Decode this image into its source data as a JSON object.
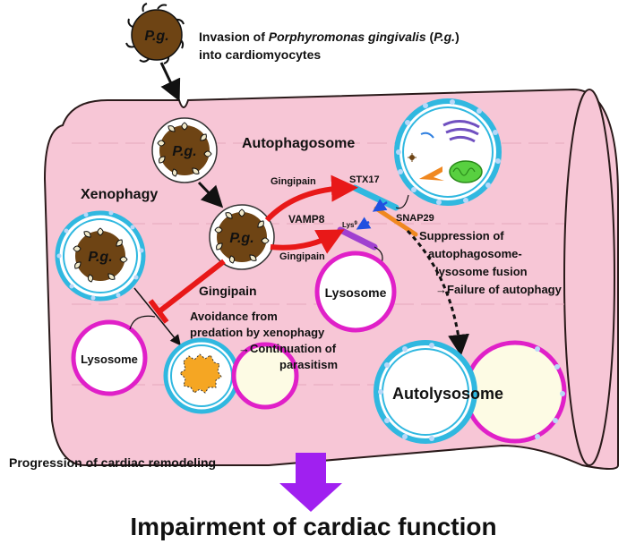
{
  "intro": {
    "line1_a": "Invasion of ",
    "line1_b": "Porphyromonas gingivalis",
    "line1_c": " (",
    "line1_d": "P.g.",
    "line1_e": ")",
    "line2": "into cardiomyocytes"
  },
  "pathogen_label": "P.g.",
  "autophagosome_label": "Autophagosome",
  "xenophagy_label": "Xenophagy",
  "gingipain_upper": "Gingipain",
  "gingipain_lower": "Gingipain",
  "gingipain_main": "Gingipain",
  "stx17": "STX17",
  "vamp8": "VAMP8",
  "snap29": "SNAP29",
  "lys_a": "Lys",
  "lys_b": "9",
  "suppression": {
    "line1": "Suppression of",
    "line2": "autophagosome-",
    "line3": "lysosome fusion",
    "line4": "→Failure of autophagy"
  },
  "avoidance": {
    "line1": "Avoidance from",
    "line2": "predation by xenophagy",
    "line3": "→Continuation of",
    "line4": "parasitism"
  },
  "lysosome_label": "Lysosome",
  "autolysosome_label": "Autolysosome",
  "progression": "Progression of cardiac remodeling",
  "impairment": "Impairment of cardiac function",
  "colors": {
    "cell": "#f7c6d6",
    "cell_stroke": "#2a1a1a",
    "pathogen": "#6e4414",
    "membrane_blue": "#30b8e0",
    "lysosome_magenta": "#e020c8",
    "red_arrow": "#e81818",
    "purple_arrow": "#a020f0",
    "orange_content": "#f5a623"
  }
}
